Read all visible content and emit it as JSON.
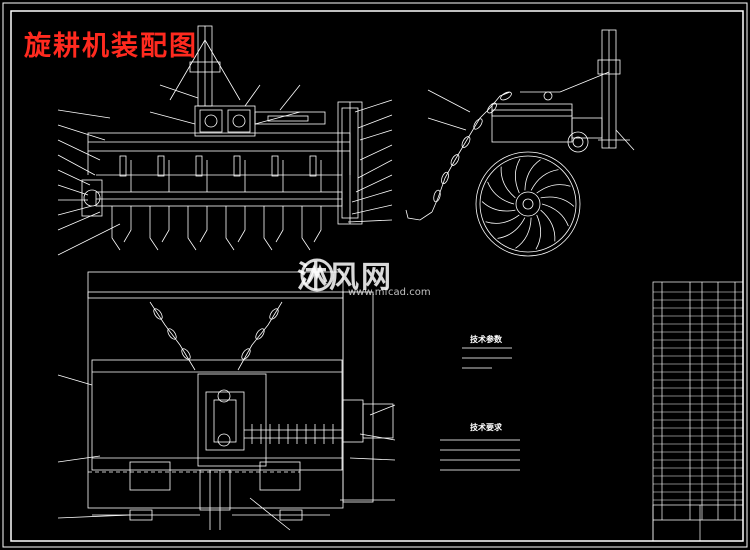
{
  "drawing_title": "旋耕机装配图",
  "watermark": {
    "brand": "沐风网",
    "url": "www.mfcad.com"
  },
  "tech_params": {
    "heading": "技术参数",
    "lines": [
      "",
      "",
      ""
    ]
  },
  "tech_requirements": {
    "heading": "技术要求",
    "lines": [
      "",
      "",
      "",
      ""
    ]
  },
  "title_block": {
    "caption": ""
  },
  "colors": {
    "background": "#000000",
    "lines": "#ffffff",
    "title": "#ff2a1f"
  }
}
